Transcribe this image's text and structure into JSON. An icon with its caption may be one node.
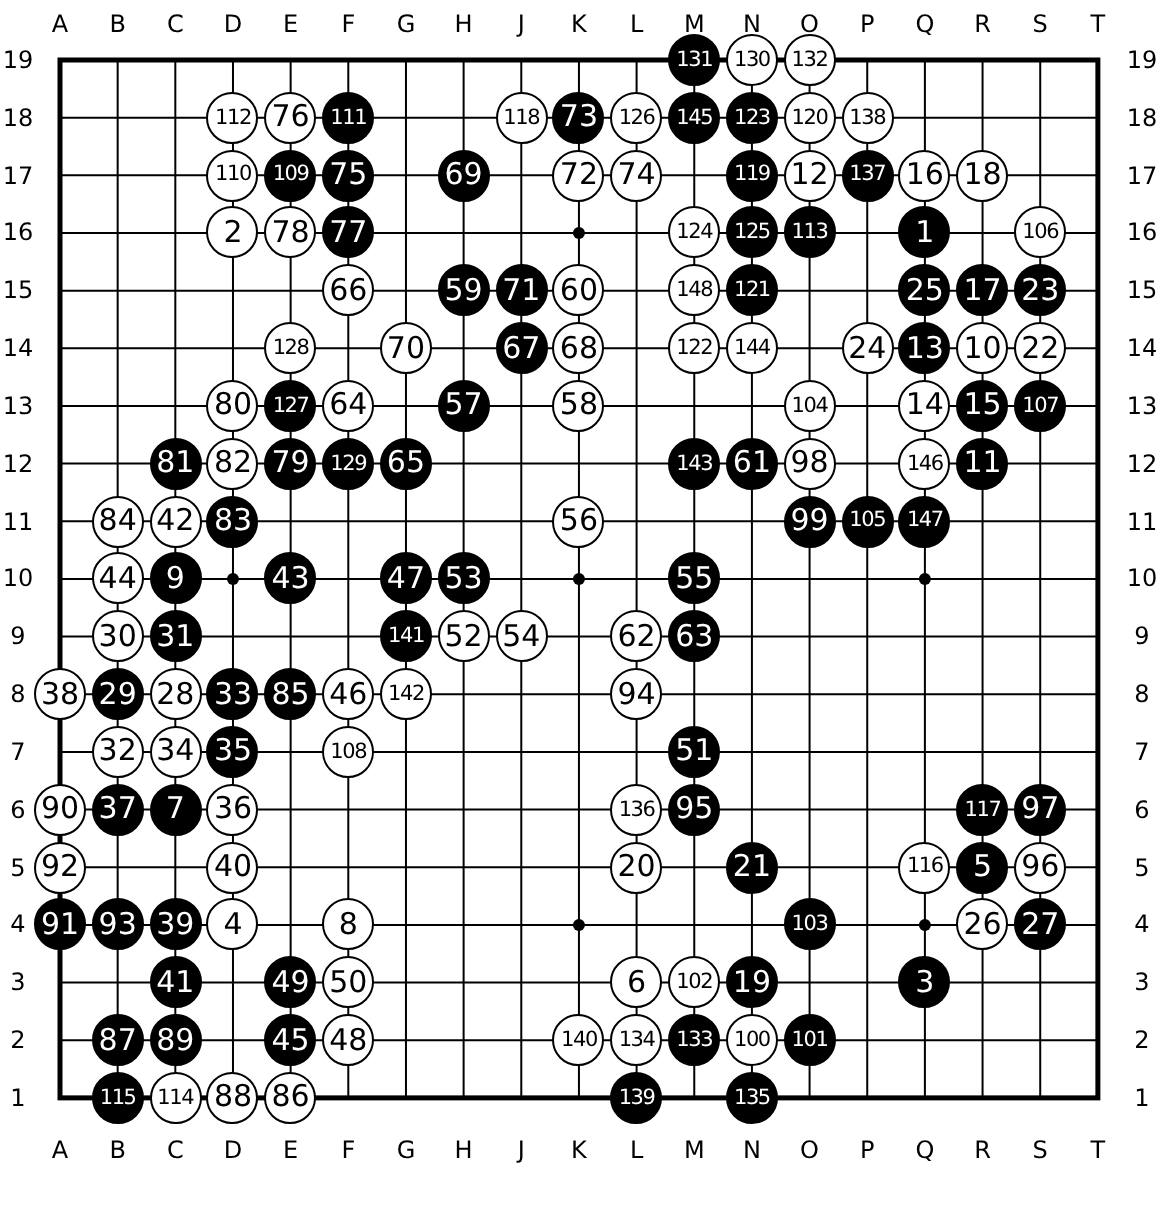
{
  "diagram": {
    "nodes": [
      {
        "text": [
          "131"
        ]
      },
      {
        "text": [
          "130"
        ]
      },
      {
        "text": [
          "132"
        ]
      },
      {
        "text": [
          "112"
        ]
      },
      {
        "text": [
          "76"
        ]
      },
      {
        "text": [
          "111"
        ]
      },
      {
        "text": [
          "118"
        ]
      },
      {
        "text": [
          "73"
        ]
      },
      {
        "text": [
          "126"
        ]
      },
      {
        "text": [
          "145"
        ]
      },
      {
        "text": [
          "123"
        ]
      },
      {
        "text": [
          "120"
        ]
      },
      {
        "text": [
          "138"
        ]
      },
      {
        "text": [
          "110"
        ]
      },
      {
        "text": [
          "109"
        ]
      },
      {
        "text": [
          "75"
        ]
      },
      {
        "text": [
          "69"
        ]
      },
      {
        "text": [
          "72"
        ]
      },
      {
        "text": [
          "74"
        ]
      },
      {
        "text": [
          "119"
        ]
      },
      {
        "text": [
          "12"
        ]
      },
      {
        "text": [
          "137"
        ]
      },
      {
        "text": [
          "16"
        ]
      },
      {
        "text": [
          "18"
        ]
      },
      {
        "text": [
          "2"
        ]
      },
      {
        "text": [
          "78"
        ]
      },
      {
        "text": [
          "77"
        ]
      },
      {
        "text": [
          "124"
        ]
      },
      {
        "text": [
          "125"
        ]
      },
      {
        "text": [
          "113"
        ]
      },
      {
        "text": [
          "1"
        ]
      },
      {
        "text": [
          "106"
        ]
      },
      {
        "text": [
          "66"
        ]
      },
      {
        "text": [
          "59"
        ]
      },
      {
        "text": [
          "71"
        ]
      },
      {
        "text": [
          "60"
        ]
      },
      {
        "text": [
          "148"
        ]
      },
      {
        "text": [
          "121"
        ]
      },
      {
        "text": [
          "25"
        ]
      },
      {
        "text": [
          "17"
        ]
      },
      {
        "text": [
          "23"
        ]
      },
      {
        "text": [
          "128"
        ]
      },
      {
        "text": [
          "70"
        ]
      },
      {
        "text": [
          "67"
        ]
      },
      {
        "text": [
          "68"
        ]
      },
      {
        "text": [
          "122"
        ]
      },
      {
        "text": [
          "144"
        ]
      },
      {
        "text": [
          "24"
        ]
      },
      {
        "text": [
          "13"
        ]
      },
      {
        "text": [
          "10"
        ]
      },
      {
        "text": [
          "22"
        ]
      },
      {
        "text": [
          "80"
        ]
      },
      {
        "text": [
          "127"
        ]
      },
      {
        "text": [
          "64"
        ]
      },
      {
        "text": [
          "57"
        ]
      },
      {
        "text": [
          "58"
        ]
      },
      {
        "text": [
          "104"
        ]
      },
      {
        "text": [
          "14"
        ]
      },
      {
        "text": [
          "15"
        ]
      },
      {
        "text": [
          "107"
        ]
      },
      {
        "text": [
          "81"
        ]
      },
      {
        "text": [
          "82"
        ]
      },
      {
        "text": [
          "79"
        ]
      },
      {
        "text": [
          "129"
        ]
      },
      {
        "text": [
          "65"
        ]
      },
      {
        "text": [
          "143"
        ]
      },
      {
        "text": [
          "61"
        ]
      },
      {
        "text": [
          "98"
        ]
      },
      {
        "text": [
          "146"
        ]
      },
      {
        "text": [
          "11"
        ]
      },
      {
        "text": [
          "84"
        ]
      },
      {
        "text": [
          "42"
        ]
      },
      {
        "text": [
          "83"
        ]
      },
      {
        "text": [
          "56"
        ]
      },
      {
        "text": [
          "99"
        ]
      },
      {
        "text": [
          "105"
        ]
      },
      {
        "text": [
          "147"
        ]
      },
      {
        "text": [
          "44"
        ]
      },
      {
        "text": [
          "9"
        ]
      },
      {
        "text": [
          "43"
        ]
      },
      {
        "text": [
          "47"
        ]
      },
      {
        "text": [
          "53"
        ]
      },
      {
        "text": [
          "55"
        ]
      },
      {
        "text": [
          "30"
        ]
      },
      {
        "text": [
          "31"
        ]
      },
      {
        "text": [
          "141"
        ]
      },
      {
        "text": [
          "52"
        ]
      },
      {
        "text": [
          "54"
        ]
      },
      {
        "text": [
          "62"
        ]
      },
      {
        "text": [
          "63"
        ]
      },
      {
        "text": [
          "38"
        ]
      },
      {
        "text": [
          "29"
        ]
      },
      {
        "text": [
          "28"
        ]
      },
      {
        "text": [
          "33"
        ]
      },
      {
        "text": [
          "85"
        ]
      },
      {
        "text": [
          "46"
        ]
      },
      {
        "text": [
          "142"
        ]
      },
      {
        "text": [
          "94"
        ]
      },
      {
        "text": [
          "32"
        ]
      },
      {
        "text": [
          "34"
        ]
      },
      {
        "text": [
          "35"
        ]
      },
      {
        "text": [
          "108"
        ]
      },
      {
        "text": [
          "51"
        ]
      },
      {
        "text": [
          "90"
        ]
      },
      {
        "text": [
          "37"
        ]
      },
      {
        "text": [
          "7"
        ]
      },
      {
        "text": [
          "36"
        ]
      },
      {
        "text": [
          "136"
        ]
      },
      {
        "text": [
          "95"
        ]
      },
      {
        "text": [
          "117"
        ]
      },
      {
        "text": [
          "97"
        ]
      },
      {
        "text": [
          "92"
        ]
      },
      {
        "text": [
          "40"
        ]
      },
      {
        "text": [
          "20"
        ]
      },
      {
        "text": [
          "21"
        ]
      },
      {
        "text": [
          "116"
        ]
      },
      {
        "text": [
          "5"
        ]
      },
      {
        "text": [
          "96"
        ]
      },
      {
        "text": [
          "91"
        ]
      },
      {
        "text": [
          "93"
        ]
      },
      {
        "text": [
          "39"
        ]
      },
      {
        "text": [
          "4"
        ]
      },
      {
        "text": [
          "8"
        ]
      },
      {
        "text": [
          "103"
        ]
      },
      {
        "text": [
          "26"
        ]
      },
      {
        "text": [
          "27"
        ]
      },
      {
        "text": [
          "41"
        ]
      },
      {
        "text": [
          "49"
        ]
      },
      {
        "text": [
          "50"
        ]
      },
      {
        "text": [
          "6"
        ]
      },
      {
        "text": [
          "102"
        ]
      },
      {
        "text": [
          "19"
        ]
      },
      {
        "text": [
          "3"
        ]
      },
      {
        "text": [
          "87"
        ]
      },
      {
        "text": [
          "89"
        ]
      },
      {
        "text": [
          "45"
        ]
      },
      {
        "text": [
          "48"
        ]
      },
      {
        "text": [
          "140"
        ]
      },
      {
        "text": [
          "134"
        ]
      },
      {
        "text": [
          "133"
        ]
      },
      {
        "text": [
          "100"
        ]
      },
      {
        "text": [
          "101"
        ]
      },
      {
        "text": [
          "115"
        ]
      },
      {
        "text": [
          "114"
        ]
      },
      {
        "text": [
          "88"
        ]
      },
      {
        "text": [
          "86"
        ]
      },
      {
        "text": [
          "139"
        ]
      },
      {
        "text": [
          "135"
        ]
      }
    ],
    "labels": [
      "A",
      "B",
      "C",
      "D",
      "E",
      "F",
      "G",
      "H",
      "J",
      "K",
      "L",
      "M",
      "N",
      "O",
      "P",
      "Q",
      "R",
      "S",
      "T",
      "19",
      "19",
      "18",
      "18",
      "17",
      "17",
      "16",
      "16",
      "15",
      "15",
      "14",
      "14",
      "13",
      "13",
      "12",
      "12",
      "11",
      "11",
      "10",
      "10",
      "9",
      "9",
      "8",
      "8",
      "7",
      "7",
      "6",
      "6",
      "5",
      "5",
      "4",
      "4",
      "3",
      "3",
      "2",
      "2",
      "1",
      "1",
      "A",
      "B",
      "C",
      "D",
      "E",
      "F",
      "G",
      "H",
      "J",
      "K",
      "L",
      "M",
      "N",
      "O",
      "P",
      "Q",
      "R",
      "S",
      "T"
    ]
  }
}
